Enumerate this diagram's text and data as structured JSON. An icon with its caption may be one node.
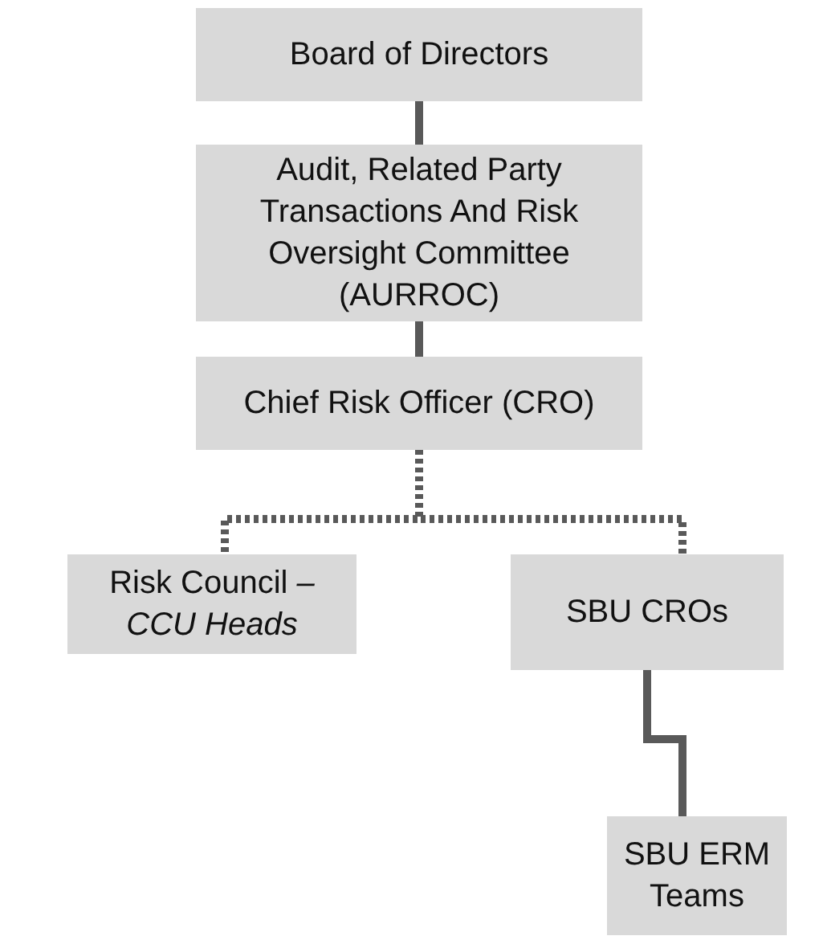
{
  "diagram": {
    "nodes": [
      {
        "text": [
          "Board of Directors"
        ]
      },
      {
        "text": [
          "Audit, Related Party Transactions And Risk Oversight Committee (AURROC)"
        ]
      },
      {
        "text": [
          "Chief Risk Officer (CRO)"
        ]
      },
      {
        "text": [
          "Risk Council *–CCU Heads*"
        ]
      },
      {
        "text": [
          "SBU CROs"
        ]
      },
      {
        "text": [
          "SBU ERM Teams"
        ]
      }
    ],
    "edges": [
      {
        "from": 0,
        "to": 1,
        "arrow": "none"
      },
      {
        "from": 1,
        "to": 2,
        "arrow": "none"
      },
      {
        "from": 2,
        "to": 3,
        "arrow": "none",
        "style": "dashed"
      },
      {
        "from": 2,
        "to": 4,
        "arrow": "none",
        "style": "dashed"
      },
      {
        "from": 4,
        "to": 5,
        "arrow": "none"
      }
    ]
  }
}
